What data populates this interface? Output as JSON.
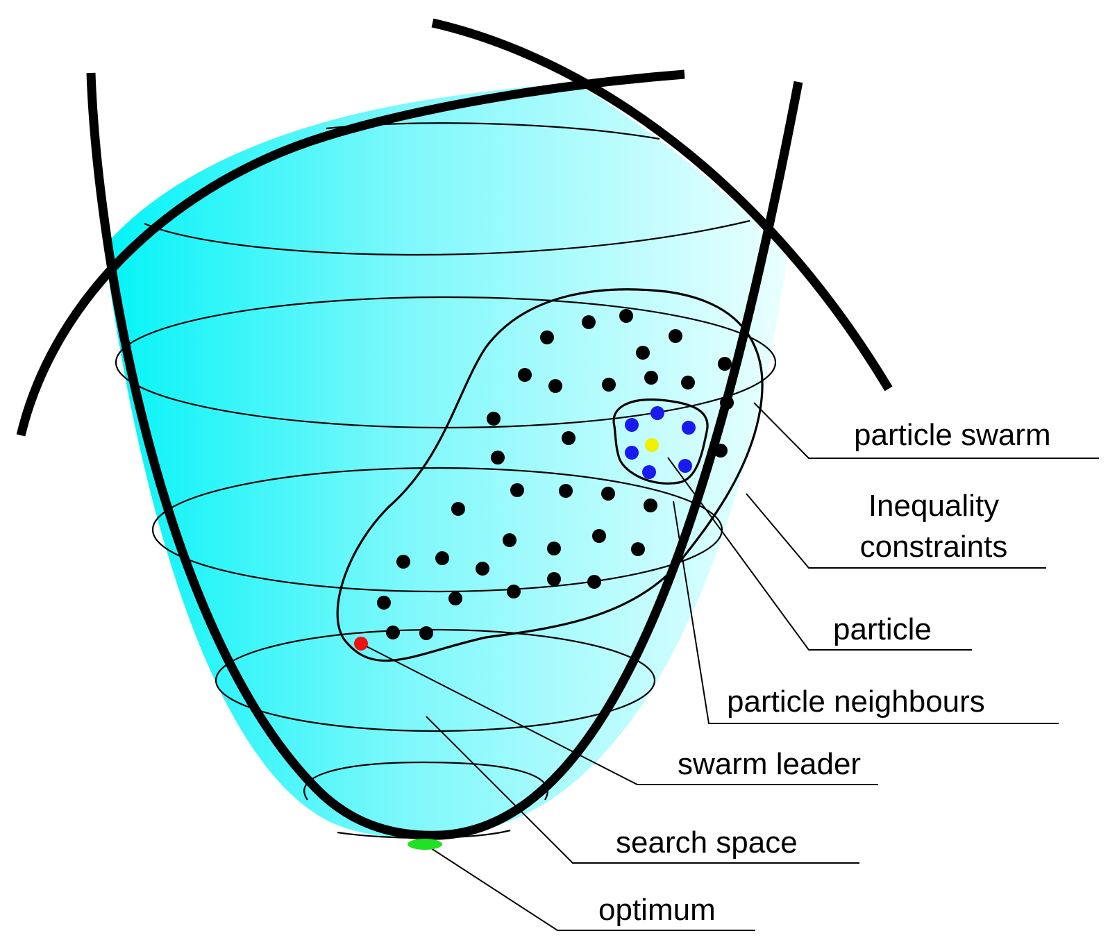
{
  "colors": {
    "bowl_fill_left": "#00f3f7",
    "bowl_fill_right": "#ecffff",
    "stroke": "#000000",
    "particle": "#000000",
    "neighbour": "#1a1aee",
    "selected_particle": "#f0f000",
    "leader": "#ee1111",
    "optimum": "#22e022"
  },
  "labels": {
    "particle_swarm": "particle swarm",
    "inequality_line1": "Inequality",
    "inequality_line2": "constraints",
    "particle": "particle",
    "particle_neighbours": "particle neighbours",
    "swarm_leader": "swarm leader",
    "search_space": "search space",
    "optimum": "optimum"
  }
}
